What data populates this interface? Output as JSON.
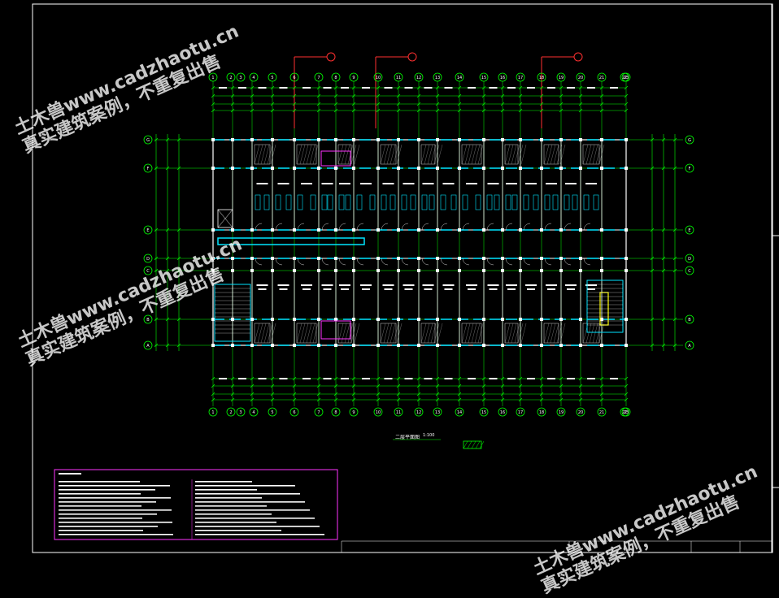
{
  "drawing": {
    "plan_title": "二层平面图",
    "plan_scale": "1:100",
    "legend_caption": "",
    "colors": {
      "background": "#000000",
      "frame": "#ffffff",
      "grid": "#00ff00",
      "walls": "#ffffff",
      "cyan": "#00e5ff",
      "magenta": "#ff33ff",
      "red": "#ff3030",
      "yellow": "#ffff00",
      "text": "#ffffff"
    },
    "top_axes": [
      "1",
      "2",
      "3",
      "4",
      "5",
      "6",
      "7",
      "8",
      "9",
      "10",
      "11",
      "12",
      "13",
      "14",
      "15",
      "16",
      "17",
      "18",
      "19",
      "20",
      "21",
      "22",
      "23"
    ],
    "bottom_axes": [
      "1",
      "2",
      "3",
      "4",
      "5",
      "6",
      "7",
      "8",
      "9",
      "10",
      "11",
      "12",
      "13",
      "14",
      "15",
      "16",
      "17",
      "18",
      "19",
      "20",
      "21",
      "22",
      "23"
    ],
    "row_axes": [
      "G",
      "F",
      "E",
      "D",
      "C",
      "B",
      "A"
    ]
  },
  "watermarks": [
    {
      "line1": "土木兽www.cadzhaotu.cn",
      "line2": "真实建筑案例，不重复出售"
    },
    {
      "line1": "土木兽www.cadzhaotu.cn",
      "line2": "真实建筑案例，不重复出售"
    },
    {
      "line1": "土木兽www.cadzhaotu.cn",
      "line2": "真实建筑案例，不重复出售"
    }
  ]
}
